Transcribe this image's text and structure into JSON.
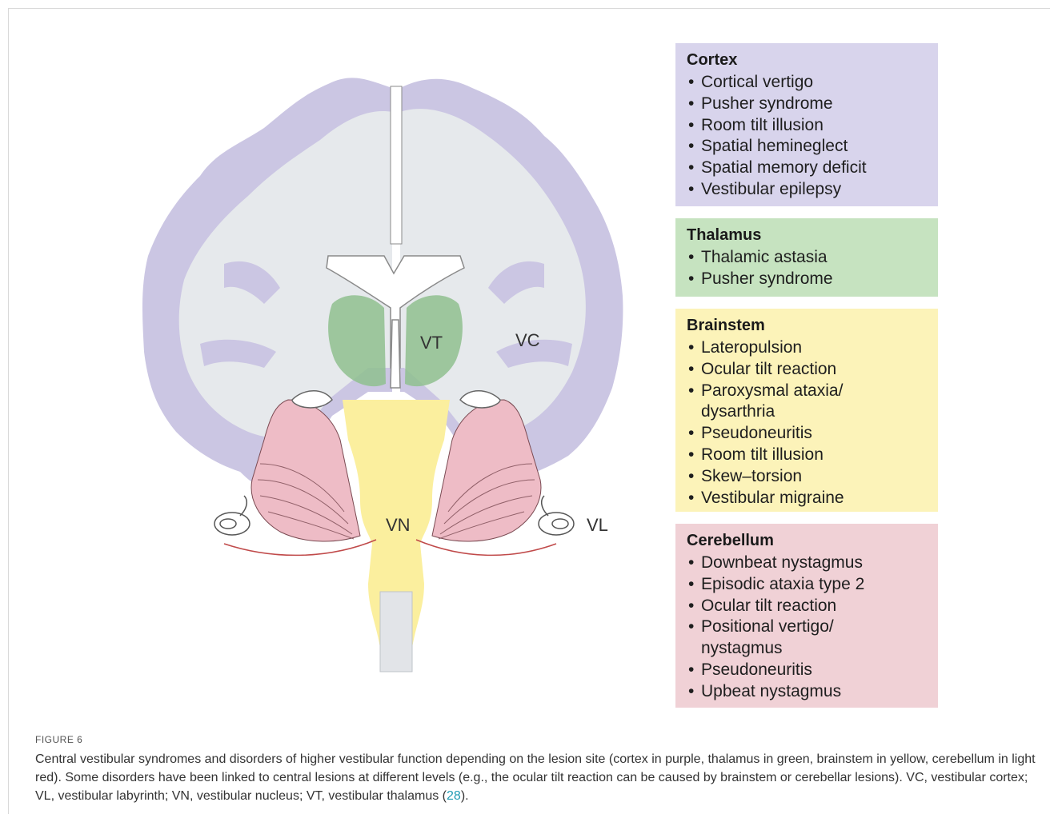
{
  "diagram": {
    "labels": {
      "vt": "VT",
      "vc": "VC",
      "vn": "VN",
      "vl": "VL"
    },
    "colors": {
      "cortex": "#cbc6e3",
      "white_matter": "#e6e9ec",
      "thalamus": "#8fbf8f",
      "brainstem": "#fbef9e",
      "cerebellum": "#eebcc6",
      "spinal": "#e2e4e8"
    }
  },
  "boxes": [
    {
      "id": "cortex",
      "title": "Cortex",
      "color": "#d8d4ec",
      "items": [
        "Cortical vertigo",
        "Pusher syndrome",
        "Room tilt illusion",
        "Spatial hemineglect",
        "Spatial memory deficit",
        "Vestibular epilepsy"
      ]
    },
    {
      "id": "thalamus",
      "title": "Thalamus",
      "color": "#c6e3c0",
      "items": [
        "Thalamic astasia",
        "Pusher syndrome"
      ]
    },
    {
      "id": "brainstem",
      "title": "Brainstem",
      "color": "#fcf3b9",
      "items": [
        "Lateropulsion",
        "Ocular tilt reaction",
        "Paroxysmal ataxia/",
        "dysarthria",
        "Pseudoneuritis",
        "Room tilt illusion",
        "Skew–torsion",
        "Vestibular migraine"
      ]
    },
    {
      "id": "cerebellum",
      "title": "Cerebellum",
      "color": "#f0d1d6",
      "items": [
        "Downbeat nystagmus",
        "Episodic ataxia type 2",
        "Ocular tilt reaction",
        "Positional vertigo/",
        "nystagmus",
        "Pseudoneuritis",
        "Upbeat nystagmus"
      ]
    }
  ],
  "figure": {
    "label": "FIGURE 6",
    "caption_main": "Central vestibular syndromes and disorders of higher vestibular function depending on the lesion site (cortex in purple, thalamus in green, brainstem in yellow, cerebellum in light red). Some disorders have been linked to central lesions at different levels (e.g., the ocular tilt reaction can be caused by brainstem or cerebellar lesions). VC, vestibular cortex; VL, vestibular labyrinth; VN, vestibular nucleus; VT, vestibular thalamus (",
    "caption_ref": "28",
    "caption_end": ")."
  }
}
